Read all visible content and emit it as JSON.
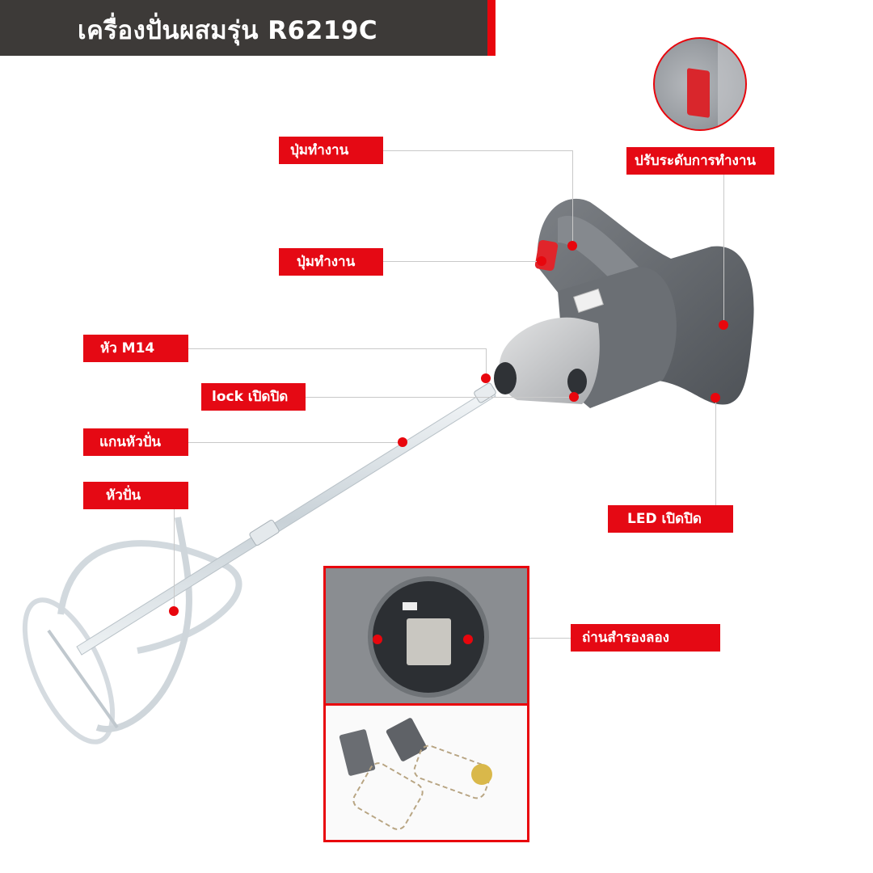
{
  "header": {
    "title": "เครื่องปั่นผสมรุ่น R6219C"
  },
  "colors": {
    "header_bg": "#3d3a38",
    "accent_red": "#e50914",
    "leader_line": "#c9c9c9",
    "tool_body": "#6b6f74",
    "tool_head": "#c5c7c9"
  },
  "labels": {
    "power_button_top": "ปุ่มทำงาน",
    "power_button": "ปุ่มทำงาน",
    "speed_adjust": "ปรับระดับการทำงาน",
    "chuck_m14": "หัว M14",
    "lock_switch": "lock เปิดปิด",
    "mixing_shaft": "แกนหัวปั่น",
    "mixing_paddle": "หัวปั่น",
    "led_switch": "LED เปิดปิด",
    "spare_brushes": "ถ่านสำรองลอง"
  },
  "icons": {
    "callout_dot": "red-dot-marker",
    "speed_dial_inset": "speed-dial-closeup",
    "motor_inset": "motor-brush-holder-closeup",
    "carbon_brushes": "carbon-brushes-image"
  }
}
